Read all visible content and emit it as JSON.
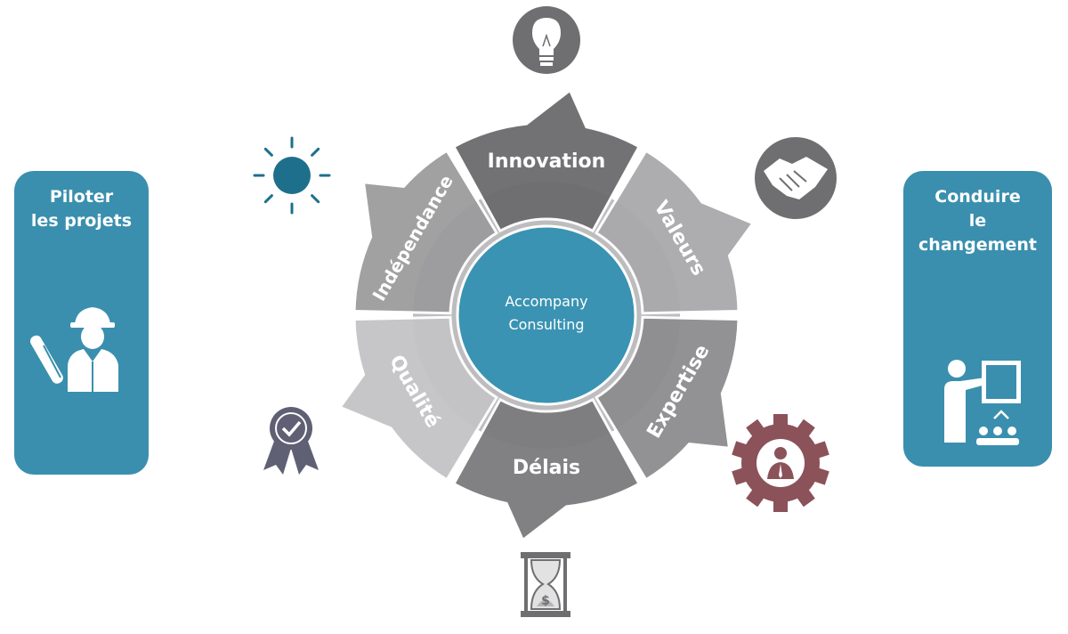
{
  "center": {
    "line1": "Accompany",
    "line2": "Consulting"
  },
  "segments": [
    {
      "label": "Innovation",
      "color": "#6b6b6d"
    },
    {
      "label": "Valeurs",
      "color": "#a9a9ab"
    },
    {
      "label": "Expertise",
      "color": "#8d8d8f"
    },
    {
      "label": "Délais",
      "color": "#7b7b7d"
    },
    {
      "label": "Qualité",
      "color": "#c4c4c6"
    },
    {
      "label": "Indépendance",
      "color": "#9c9c9e"
    }
  ],
  "left_card": {
    "line1": "Piloter",
    "line2": "les projets",
    "icon": "engineer-icon"
  },
  "right_card": {
    "line1": "Conduire",
    "line2": "le",
    "line3": "changement",
    "icon": "presentation-icon"
  },
  "icons": {
    "top": "lightbulb-icon",
    "top_right": "handshake-icon",
    "bottom_right": "gear-person-icon",
    "bottom": "hourglass-icon",
    "bottom_left": "award-icon",
    "top_left": "sun-icon"
  },
  "colors": {
    "accent": "#3a8fae",
    "center": "#3a93b2",
    "icon_gray": "#6f6e71",
    "gear": "#8b5259",
    "award": "#5f6073",
    "sun": "#1e6f8c"
  }
}
